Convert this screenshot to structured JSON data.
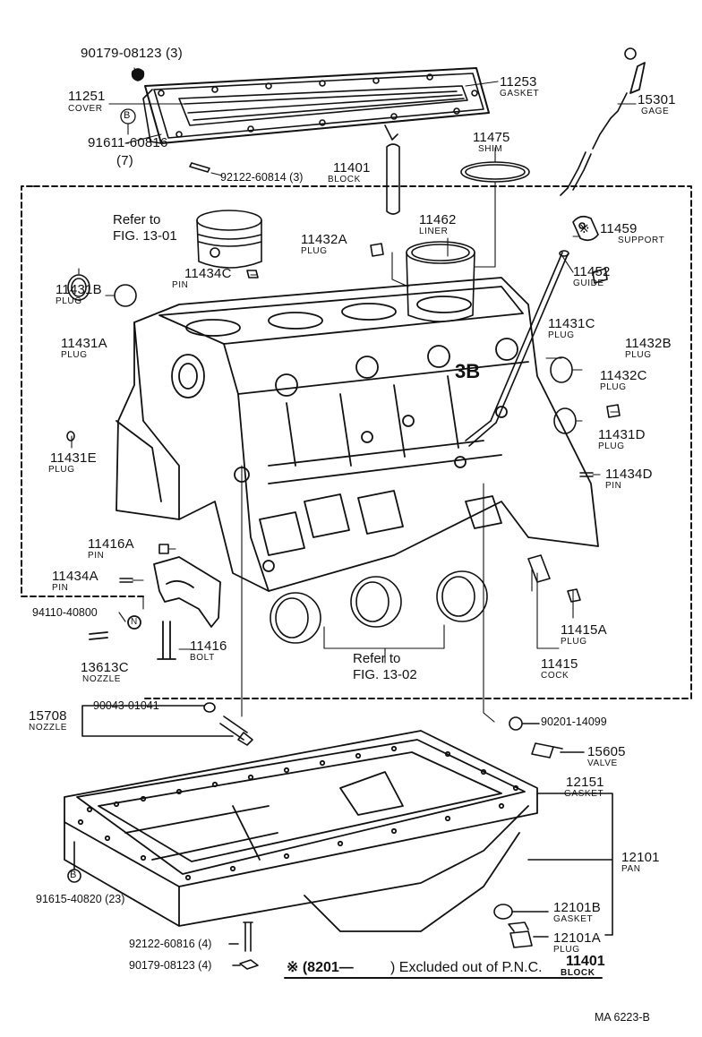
{
  "labels": {
    "l90179_top": "90179-08123 (3)",
    "l11253": "11253",
    "l11253_sub": "GASKET",
    "l11251": "11251",
    "l11251_sub": "COVER",
    "l15301": "15301",
    "l15301_sub": "GAGE",
    "b_mark": "B",
    "l91611": "91611-60816",
    "l91611_qty": "(7)",
    "l11475": "11475",
    "l11475_sub": "SHIM",
    "l92122_top": "92122-60814 (3)",
    "l11401": "11401",
    "l11401_sub": "BLOCK",
    "refer1_a": "Refer to",
    "refer1_b": "FIG. 13-01",
    "l11462": "11462",
    "l11462_sub": "LINER",
    "l11459": "11459",
    "l11459_sub": "SUPPORT",
    "l11432A": "11432A",
    "l11432A_sub": "PLUG",
    "l11452": "11452",
    "l11452_sub": "GUIDE",
    "l11434C": "11434C",
    "l11434C_sub": "PIN",
    "l11431B": "11431B",
    "l11431B_sub": "PLUG",
    "l11431C": "11431C",
    "l11431C_sub": "PLUG",
    "l11432B": "11432B",
    "l11432B_sub": "PLUG",
    "l11431A": "11431A",
    "l11431A_sub": "PLUG",
    "l11432C": "11432C",
    "l11432C_sub": "PLUG",
    "l11431D": "11431D",
    "l11431D_sub": "PLUG",
    "l11431E": "11431E",
    "l11431E_sub": "PLUG",
    "l11434D": "11434D",
    "l11434D_sub": "PIN",
    "l11416A": "11416A",
    "l11416A_sub": "PIN",
    "l11434A": "11434A",
    "l11434A_sub": "PIN",
    "l94110": "94110-40800",
    "n_mark": "N",
    "l11415A": "11415A",
    "l11415A_sub": "PLUG",
    "l11416": "11416",
    "l11416_sub": "BOLT",
    "l13613C": "13613C",
    "l13613C_sub": "NOZZLE",
    "refer2_a": "Refer to",
    "refer2_b": "FIG. 13-02",
    "l11415": "11415",
    "l11415_sub": "COCK",
    "l15708": "15708",
    "l15708_sub": "NOZZLE",
    "l90043": "90043-01041",
    "l90201": "90201-14099",
    "l15605": "15605",
    "l15605_sub": "VALVE",
    "l12151": "12151",
    "l12151_sub": "GASKET",
    "l12101": "12101",
    "l12101_sub": "PAN",
    "l91615": "91615-40820 (23)",
    "l12101B": "12101B",
    "l12101B_sub": "GASKET",
    "l12101A": "12101A",
    "l12101A_sub": "PLUG",
    "l92122_bot": "92122-60816 (4)",
    "l90179_bot": "90179-08123 (4)",
    "note_a": "※ (8201—",
    "note_b": ") Excluded out of P.N.C.",
    "note_num": "11401",
    "note_sub": "BLOCK",
    "star_mark": "※",
    "block_marking": "3B",
    "code": "MA  6223-B"
  }
}
